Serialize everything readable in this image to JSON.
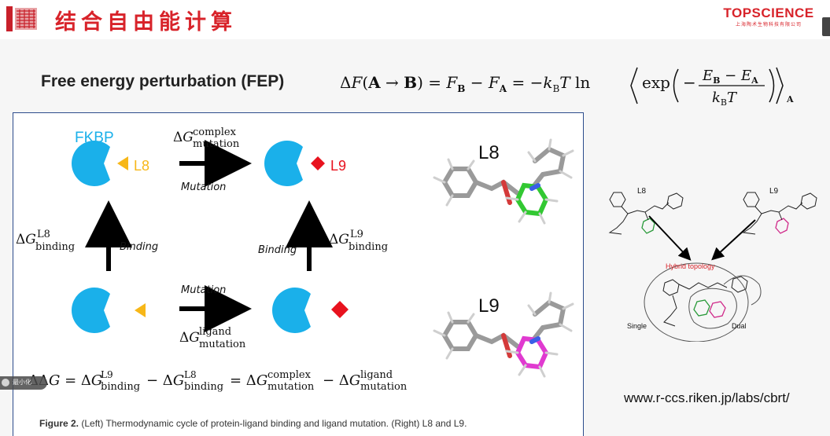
{
  "header": {
    "title": "结合自由能计算",
    "logo_text": "TOPSCIENCE",
    "logo_subtext": "上海陶术生物科技有限公司"
  },
  "fep": {
    "label": "Free energy perturbation (FEP)"
  },
  "diagram": {
    "protein_label": "FKBP",
    "ligand_l8": "L8",
    "ligand_l9": "L9",
    "mutation_label": "Mutation",
    "binding_label": "Binding",
    "structure_l8": "L8",
    "structure_l9": "L9"
  },
  "caption": {
    "figure_number": "Figure 2.",
    "text": " (Left) Thermodynamic cycle of protein-ligand binding and ligand mutation. (Right) L8 and L9."
  },
  "right_figure": {
    "l8": "L8",
    "l9": "L9",
    "hybrid": "Hybrid topology",
    "single": "Single",
    "dual": "Dual"
  },
  "url": "www.r-ccs.riken.jp/labs/cbrt/",
  "sidebar_hint": {
    "text": "最小化"
  },
  "colors": {
    "title_red": "#d8232a",
    "fkbp_blue": "#1ab0ea",
    "ligand_orange": "#f7b718",
    "ligand_red": "#e8121e",
    "green_ring": "#32c832",
    "magenta_ring": "#e03ad0",
    "frame_border": "#2c4c8c"
  }
}
